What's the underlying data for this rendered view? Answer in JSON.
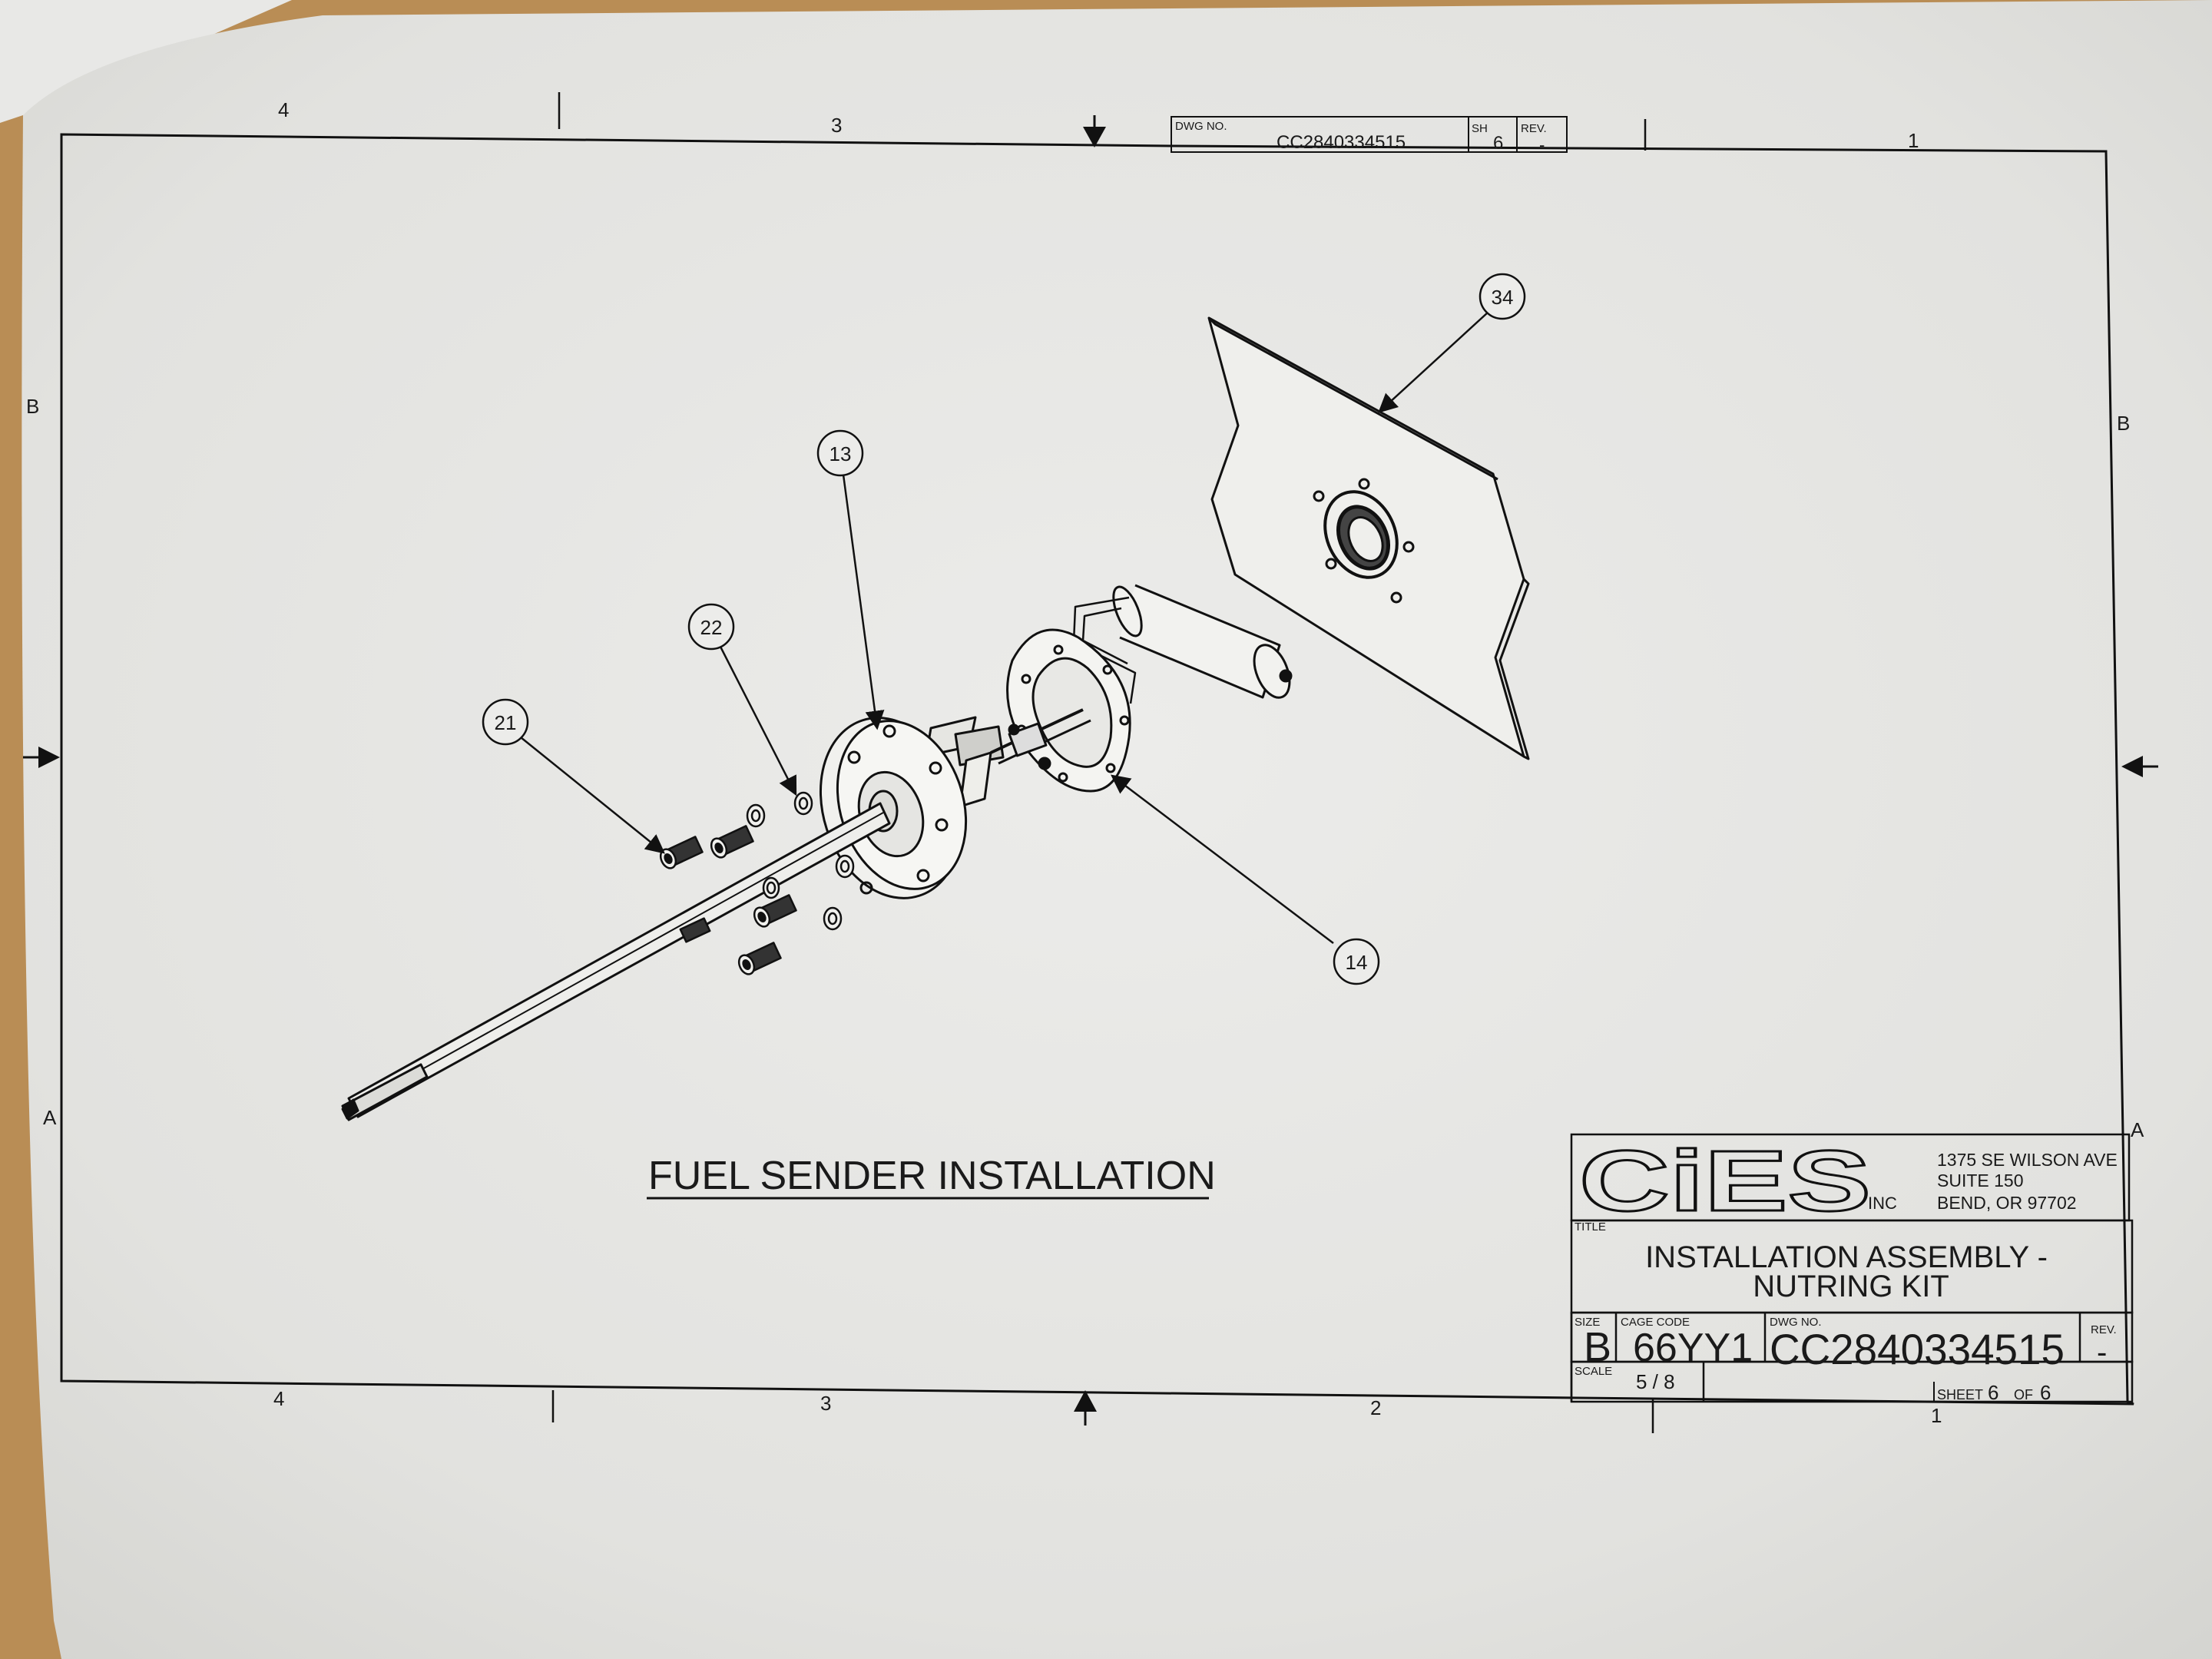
{
  "frame": {
    "zones_top": [
      "4",
      "3",
      "1"
    ],
    "zones_bottom": [
      "4",
      "3",
      "2",
      "1"
    ],
    "zones_left": [
      "B",
      "A"
    ],
    "zones_right": [
      "B",
      "A"
    ]
  },
  "top_block": {
    "dwg_label": "DWG NO.",
    "dwg_no": "CC2840334515",
    "sh_label": "SH",
    "sh_value": "6",
    "rev_label": "REV.",
    "rev_value": "-"
  },
  "balloons": {
    "b34": "34",
    "b13": "13",
    "b22": "22",
    "b21": "21",
    "b14": "14"
  },
  "drawing_title": "FUEL SENDER INSTALLATION",
  "title_block": {
    "logo_text": "CiES",
    "logo_inc": "INC",
    "address_line1": "1375 SE WILSON AVE",
    "address_line2": "SUITE 150",
    "address_line3": "BEND, OR 97702",
    "title_label": "TITLE",
    "title_line1": "INSTALLATION ASSEMBLY -",
    "title_line2": "NUTRING KIT",
    "size_label": "SIZE",
    "size_value": "B",
    "cage_label": "CAGE CODE",
    "cage_value": "66YY1",
    "dwg_label": "DWG NO.",
    "dwg_value": "CC2840334515",
    "rev_label": "REV.",
    "rev_value": "-",
    "scale_label": "SCALE",
    "scale_value": "5 / 8",
    "sheet_label": "SHEET",
    "sheet_value": "6",
    "of_label": "OF",
    "of_value": "6"
  }
}
